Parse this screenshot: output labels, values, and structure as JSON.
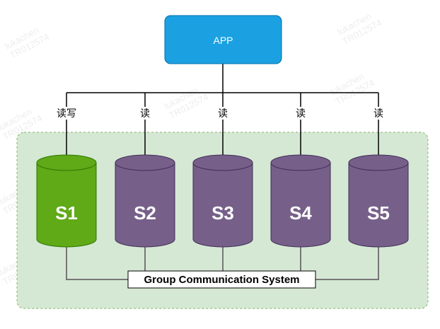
{
  "app": {
    "label": "APP",
    "fill": "#1ba1e2",
    "stroke": "#006eaf"
  },
  "group": {
    "label": "Group Communication System",
    "fill": "#d5e8d4",
    "stroke": "#82b366"
  },
  "servers": [
    {
      "id": "s1",
      "label": "S1",
      "edge_label": "读写",
      "fill": "#60a917",
      "stroke": "#2d7600"
    },
    {
      "id": "s2",
      "label": "S2",
      "edge_label": "读",
      "fill": "#76608a",
      "stroke": "#432d57"
    },
    {
      "id": "s3",
      "label": "S3",
      "edge_label": "读",
      "fill": "#76608a",
      "stroke": "#432d57"
    },
    {
      "id": "s4",
      "label": "S4",
      "edge_label": "读",
      "fill": "#76608a",
      "stroke": "#432d57"
    },
    {
      "id": "s5",
      "label": "S5",
      "edge_label": "读",
      "fill": "#76608a",
      "stroke": "#432d57"
    }
  ],
  "watermark": {
    "line1": "lukachen",
    "line2": "TR012574"
  }
}
